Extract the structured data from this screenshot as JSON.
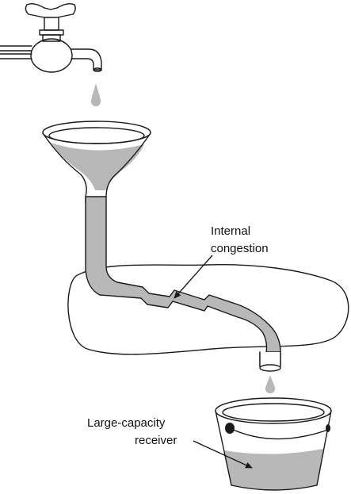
{
  "diagram": {
    "labels": {
      "internal_congestion_line1": "Internal",
      "internal_congestion_line2": "congestion",
      "receiver_line1": "Large-capacity",
      "receiver_line2": "receiver"
    },
    "colors": {
      "water": "#b8b8b8",
      "ink": "#1a1a1a",
      "background": "#ffffff"
    }
  }
}
